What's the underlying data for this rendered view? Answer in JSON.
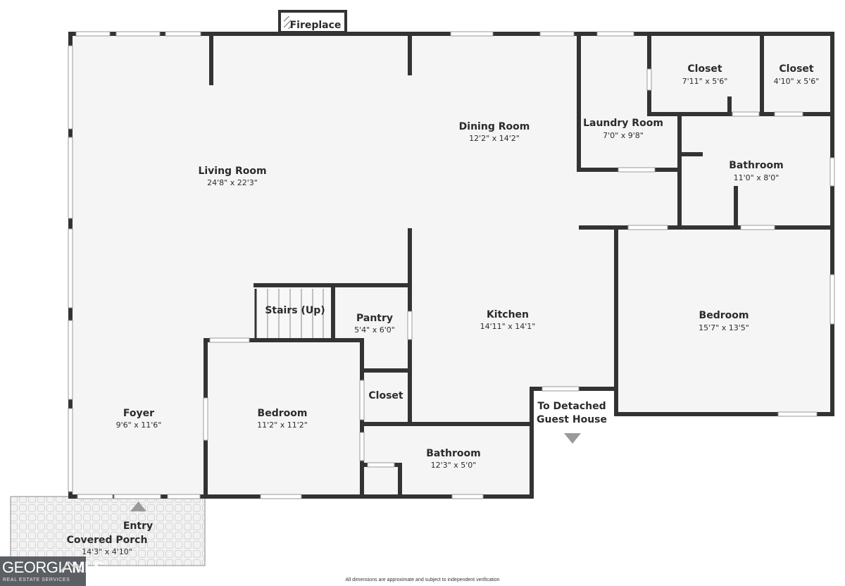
{
  "rooms": {
    "living": {
      "name": "Living Room",
      "dims": "24'8\" x 22'3\""
    },
    "dining": {
      "name": "Dining Room",
      "dims": "12'2\" x 14'2\""
    },
    "laundry": {
      "name": "Laundry Room",
      "dims": "7'0\" x 9'8\""
    },
    "closet1": {
      "name": "Closet",
      "dims": "7'11\" x 5'6\""
    },
    "closet2": {
      "name": "Closet",
      "dims": "4'10\" x 5'6\""
    },
    "bath_right": {
      "name": "Bathroom",
      "dims": "11'0\" x 8'0\""
    },
    "kitchen": {
      "name": "Kitchen",
      "dims": "14'11\" x 14'1\""
    },
    "pantry": {
      "name": "Pantry",
      "dims": "5'4\" x 6'0\""
    },
    "stairs": {
      "name": "Stairs (Up)"
    },
    "bed_right": {
      "name": "Bedroom",
      "dims": "15'7\" x 13'5\""
    },
    "bed_center": {
      "name": "Bedroom",
      "dims": "11'2\" x 11'2\""
    },
    "foyer": {
      "name": "Foyer",
      "dims": "9'6\" x 11'6\""
    },
    "closet_small": {
      "name": "Closet"
    },
    "bath_bottom": {
      "name": "Bathroom",
      "dims": "12'3\" x 5'0\""
    },
    "porch": {
      "name": "Covered Porch",
      "dims": "14'3\" x 4'10\""
    }
  },
  "labels": {
    "fireplace": "Fireplace",
    "entry": "Entry",
    "guest_line1": "To Detached",
    "guest_line2": "Guest House"
  },
  "disclaimer": "All dimensions are approximate and subject to independent verification",
  "logo": {
    "brand_light": "GEORGIA",
    "brand_bold": "MLS",
    "tagline": "REAL ESTATE SERVICES"
  },
  "colors": {
    "wall": "#333333",
    "floor": "#f5f5f5",
    "logo_bg": "#5b5f63"
  }
}
